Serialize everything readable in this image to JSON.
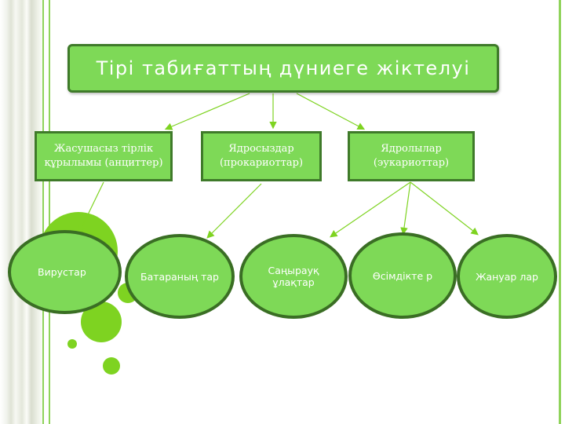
{
  "title": "Тірі табиғаттың дүниеге жіктелуі",
  "categories": [
    {
      "id": "acellular",
      "label": "Жасушасыз тірлік құрылымы (анциттер)"
    },
    {
      "id": "prokaryotes",
      "label": "Ядросыздар (прокариоттар)"
    },
    {
      "id": "eukaryotes",
      "label": "Ядролылар (эукариоттар)"
    }
  ],
  "kingdoms": [
    {
      "id": "viruses",
      "label": "Вирустар"
    },
    {
      "id": "bacteria",
      "label": "Батараның тар"
    },
    {
      "id": "fungi",
      "label": "Саңырауқ ұлақтар"
    },
    {
      "id": "plants",
      "label": "Өсімдікте р"
    },
    {
      "id": "animals",
      "label": "Жануар лар"
    }
  ],
  "colors": {
    "fill": "#7ed957",
    "border": "#3f7a2a",
    "accent": "#7ed321",
    "text": "#ffffff"
  }
}
